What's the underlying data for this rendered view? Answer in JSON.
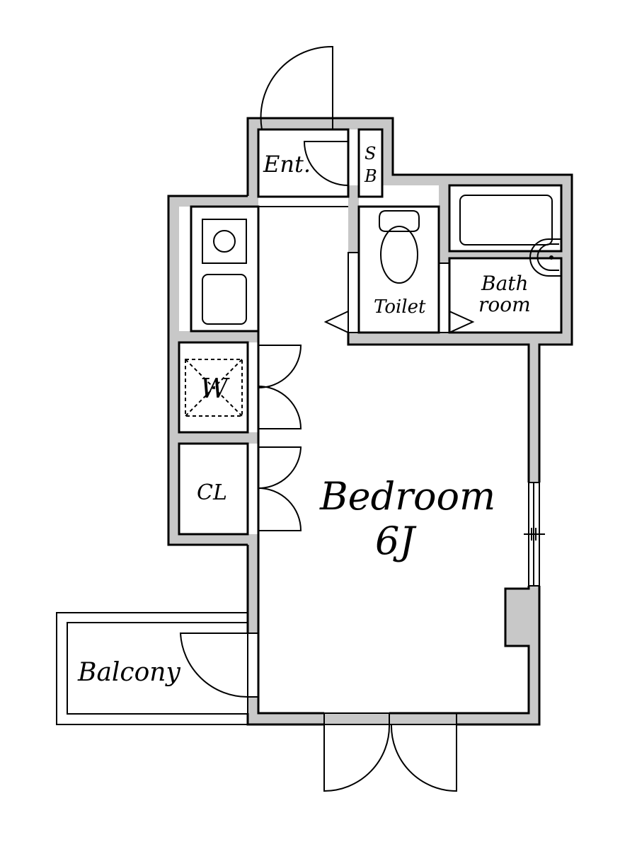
{
  "rooms": {
    "entrance": "Ent.",
    "shoe_box_line1": "S",
    "shoe_box_line2": "B",
    "toilet": "Toilet",
    "bath_line1": "Bath",
    "bath_line2": "room",
    "washer": "W",
    "closet": "CL",
    "bedroom": "Bedroom",
    "bedroom_size": "6J",
    "balcony": "Balcony"
  }
}
